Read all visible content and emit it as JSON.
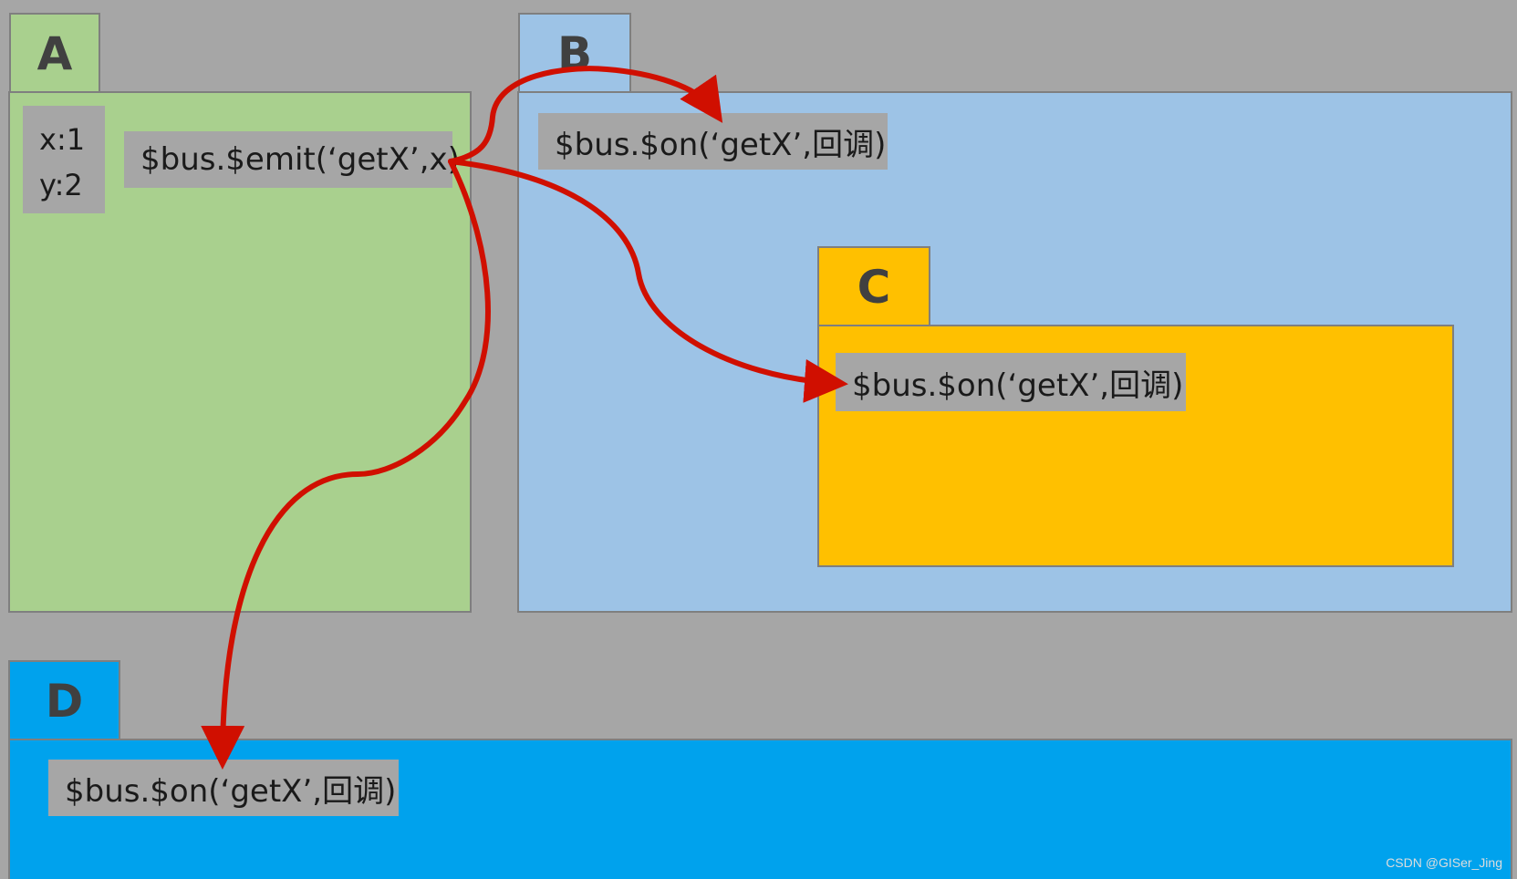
{
  "colors": {
    "background": "#a6a6a6",
    "component_a": "#a9d08e",
    "component_b": "#9dc3e6",
    "component_c": "#ffc000",
    "component_d": "#00a2ed",
    "arrow": "#d00f00",
    "code_box": "#a6a6a6"
  },
  "components": {
    "a": {
      "label": "A",
      "vars": [
        "x:1",
        "y:2"
      ],
      "code": "$bus.$emit(‘getX’,x)"
    },
    "b": {
      "label": "B",
      "code": "$bus.$on(‘getX’,回调)"
    },
    "c": {
      "label": "C",
      "code": "$bus.$on(‘getX’,回调)"
    },
    "d": {
      "label": "D",
      "code": "$bus.$on(‘getX’,回调)"
    }
  },
  "arrows": [
    {
      "from": "a.emit",
      "to": "b.on"
    },
    {
      "from": "a.emit",
      "to": "c.on"
    },
    {
      "from": "a.emit",
      "to": "d.on"
    }
  ],
  "watermark": "CSDN @GISer_Jing"
}
